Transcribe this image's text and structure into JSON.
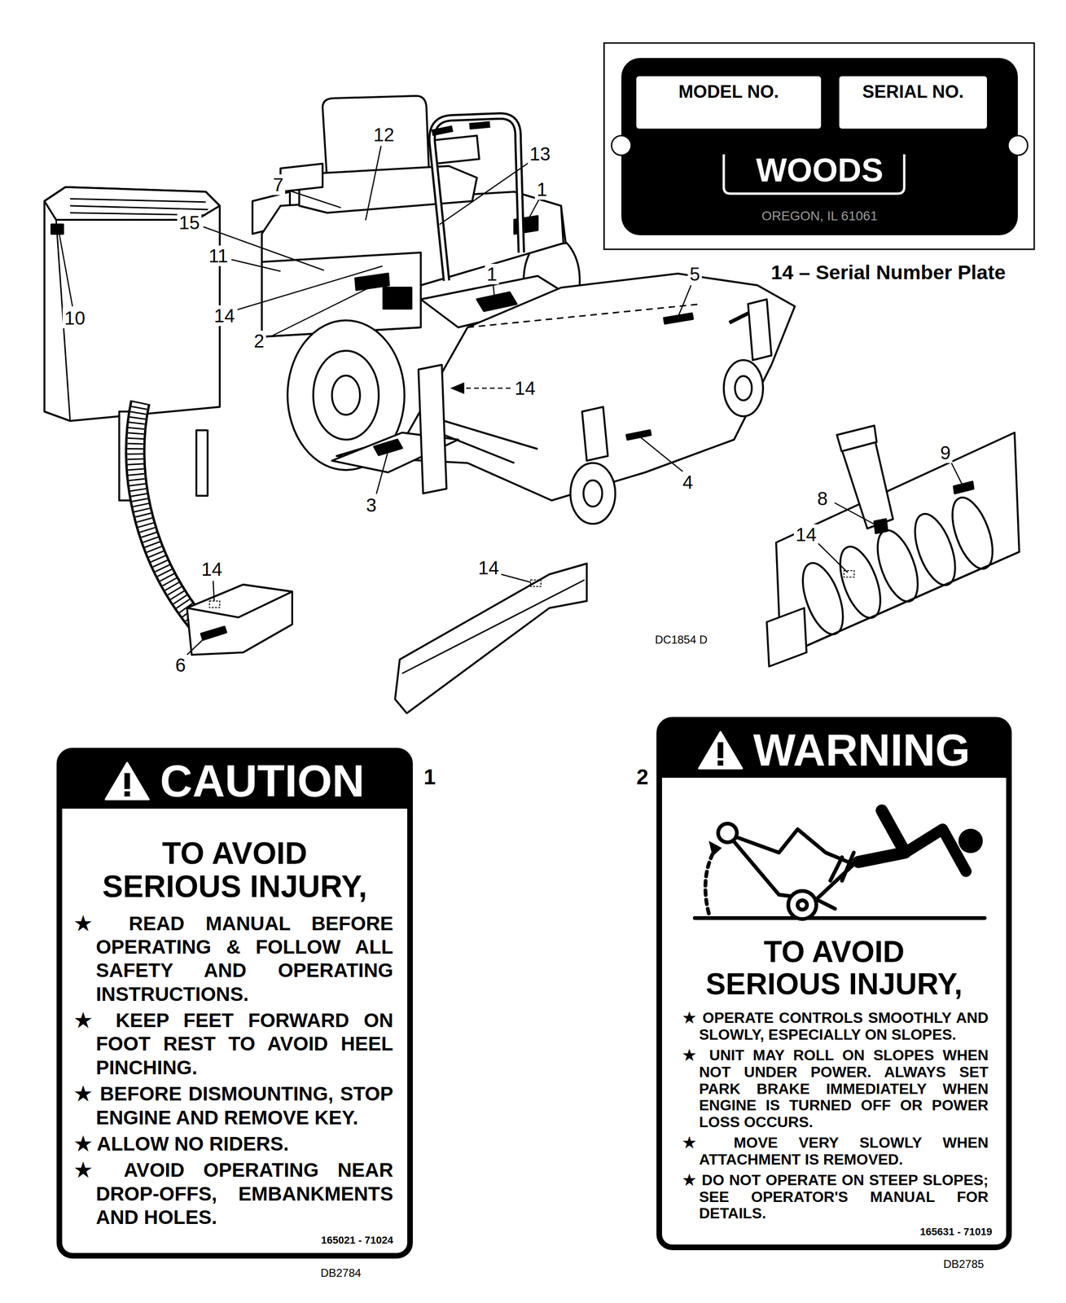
{
  "diagram": {
    "nodes": [
      {
        "text": [
          "WOODS",
          "OREGON, IL 61061"
        ]
      },
      {
        "text": [
          "MODEL NO."
        ],
        "in": 0
      },
      {
        "text": [
          "SERIAL NO."
        ],
        "in": 0
      },
      {
        "text": [
          "CAUTION",
          "TO AVOID SERIOUS INJURY,",
          "★ READ MANUAL BEFORE OPERATING & FOLLOW ALL SAFETY AND OPERATING INSTRUCTIONS.",
          "★ KEEP FEET FORWARD ON FOOT REST TO AVOID HEEL PINCHING.",
          "★ BEFORE DISMOUNTING, STOP ENGINE AND REMOVE KEY.",
          "★ ALLOW NO RIDERS.",
          "★ AVOID OPERATING NEAR DROP-OFFS, EMBANKMENTS AND HOLES.",
          "165021 - 71024"
        ]
      },
      {
        "text": [
          "WARNING",
          "TO AVOID SERIOUS INJURY,",
          "★ OPERATE CONTROLS SMOOTHLY AND SLOWLY, ESPECIALLY ON SLOPES.",
          "★ UNIT MAY ROLL ON SLOPES WHEN NOT UNDER POWER. ALWAYS SET PARK BRAKE IMMEDIATELY WHEN ENGINE IS TURNED OFF OR POWER LOSS OCCURS.",
          "★ MOVE VERY SLOWLY WHEN ATTACHMENT IS REMOVED.",
          "★ DO NOT OPERATE ON STEEP SLOPES; SEE OPERATOR'S MANUAL FOR DETAILS.",
          "165631 - 71019"
        ]
      }
    ],
    "labels": [
      "12",
      "13",
      "7",
      "1",
      "15",
      "11",
      "1",
      "5",
      "14",
      "2",
      "10",
      "14",
      "4",
      "3",
      "9",
      "8",
      "14",
      "14",
      "6",
      "14",
      "DC1854 D",
      "14 – Serial Number Plate",
      "1",
      "2",
      "DB2784",
      "DB2785"
    ]
  }
}
